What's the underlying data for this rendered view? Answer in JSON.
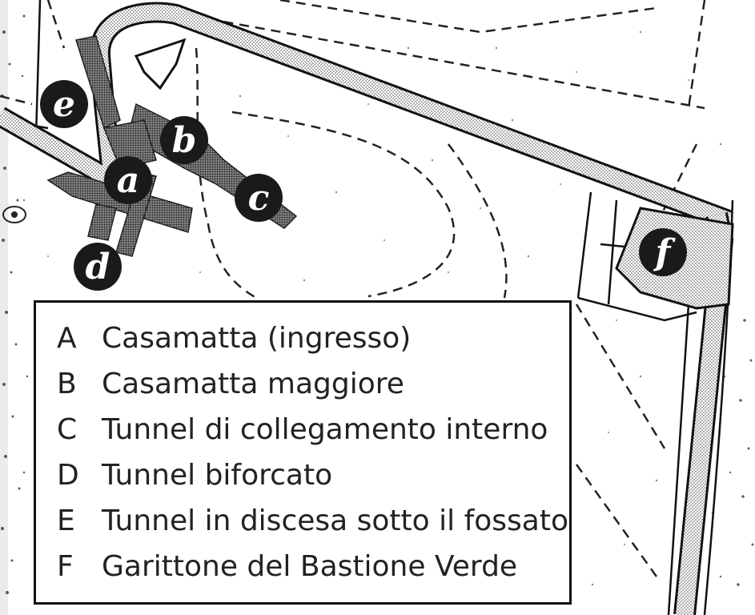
{
  "markers": [
    {
      "id": "a",
      "label": "a"
    },
    {
      "id": "b",
      "label": "b"
    },
    {
      "id": "c",
      "label": "c"
    },
    {
      "id": "d",
      "label": "d"
    },
    {
      "id": "e",
      "label": "e"
    },
    {
      "id": "f",
      "label": "f"
    }
  ],
  "legend": {
    "items": [
      {
        "key": "A",
        "text": "Casamatta (ingresso)"
      },
      {
        "key": "B",
        "text": "Casamatta maggiore"
      },
      {
        "key": "C",
        "text": "Tunnel di collegamento interno"
      },
      {
        "key": "D",
        "text": "Tunnel biforcato"
      },
      {
        "key": "E",
        "text": "Tunnel in discesa sotto il fossato"
      },
      {
        "key": "F",
        "text": "Garittone del Bastione Verde"
      }
    ]
  },
  "colors": {
    "ink": "#111111",
    "marker_fill": "#1a1a1a",
    "stipple": "#9a9a9a",
    "tunnel": "#555555",
    "paper": "#ffffff"
  }
}
